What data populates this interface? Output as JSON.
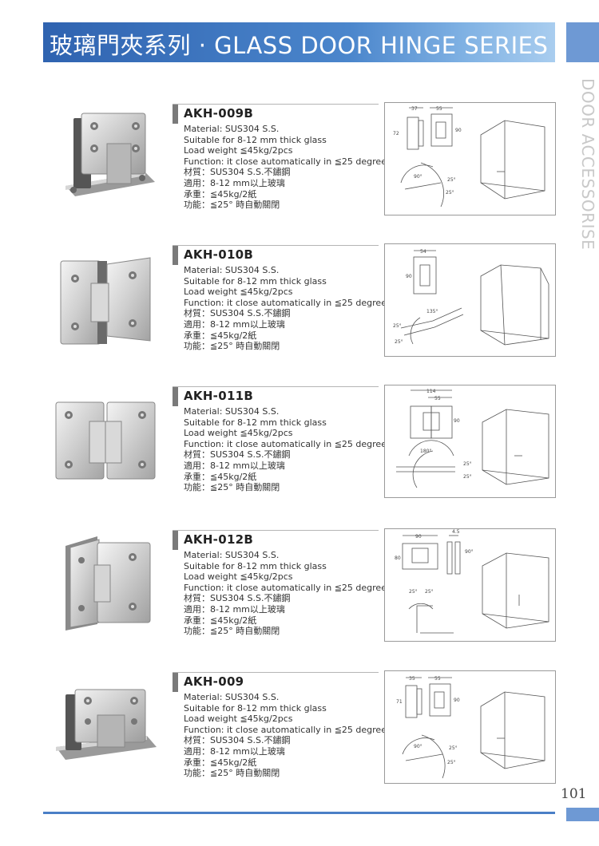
{
  "header": {
    "title": "玻璃門夾系列 · GLASS DOOR HINGE SERIES",
    "side_label": "DOOR ACCESSORISE"
  },
  "products": [
    {
      "model": "AKH-009B",
      "specs": [
        "Material: SUS304 S.S.",
        "Suitable for 8-12 mm thick glass",
        "Load weight ≦45kg/2pcs",
        "Function: it close automatically in ≦25 degree",
        "材質：SUS304 S.S.不鏽鋼",
        "適用：8-12 mm以上玻璃",
        "承重：≦45kg/2紙",
        "功能：≦25° 時自動關閉"
      ],
      "dims": [
        "37",
        "55",
        "72",
        "90"
      ],
      "angles": [
        "90°",
        "25°",
        "25°"
      ]
    },
    {
      "model": "AKH-010B",
      "specs": [
        "Material: SUS304 S.S.",
        "Suitable for 8-12 mm thick glass",
        "Load weight ≦45kg/2pcs",
        "Function: it close automatically in ≦25 degree",
        "材質：SUS304 S.S.不鏽鋼",
        "適用：8-12 mm以上玻璃",
        "承重：≦45kg/2紙",
        "功能：≦25° 時自動關閉"
      ],
      "dims": [
        "54",
        "90"
      ],
      "angles": [
        "135°",
        "25°",
        "25°"
      ]
    },
    {
      "model": "AKH-011B",
      "specs": [
        "Material: SUS304 S.S.",
        "Suitable for 8-12 mm thick glass",
        "Load weight ≦45kg/2pcs",
        "Function: it close automatically in ≦25 degree",
        "材質：SUS304 S.S.不鏽鋼",
        "適用：8-12 mm以上玻璃",
        "承重：≦45kg/2紙",
        "功能：≦25° 時自動關閉"
      ],
      "dims": [
        "114",
        "55",
        "90"
      ],
      "angles": [
        "180°",
        "25°",
        "25°"
      ]
    },
    {
      "model": "AKH-012B",
      "specs": [
        "Material: SUS304 S.S.",
        "Suitable for 8-12 mm thick glass",
        "Load weight ≦45kg/2pcs",
        "Function: it close automatically in ≦25 degree",
        "材質：SUS304 S.S.不鏽鋼",
        "適用：8-12 mm以上玻璃",
        "承重：≦45kg/2紙",
        "功能：≦25° 時自動關閉"
      ],
      "dims": [
        "90",
        "4.5",
        "80"
      ],
      "angles": [
        "90°",
        "25°",
        "25°"
      ]
    },
    {
      "model": "AKH-009",
      "specs": [
        "Material: SUS304 S.S.",
        "Suitable for 8-12 mm thick glass",
        "Load weight ≦45kg/2pcs",
        "Function: it close automatically in ≦25 degree",
        "材質：SUS304 S.S.不鏽鋼",
        "適用：8-12 mm以上玻璃",
        "承重：≦45kg/2紙",
        "功能：≦25° 時自動關閉"
      ],
      "dims": [
        "35",
        "55",
        "71",
        "90"
      ],
      "angles": [
        "90°",
        "25°",
        "25°"
      ]
    }
  ],
  "footer": {
    "page_number": "101"
  }
}
